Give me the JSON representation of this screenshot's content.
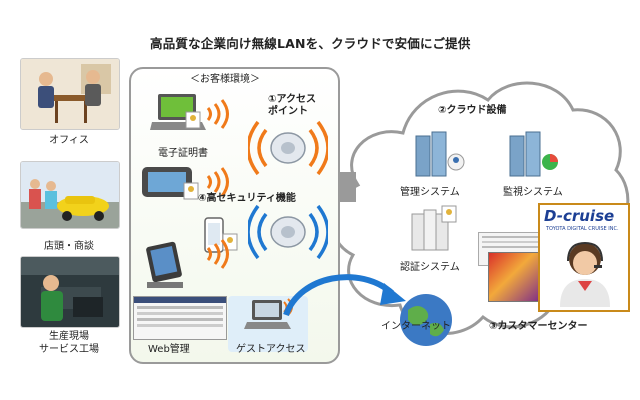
{
  "title": "高品質な企業向け無線LANを、クラウドで安価にご提供",
  "customer_env": {
    "heading": "＜お客様環境＞",
    "access_point": "①アクセス\nポイント",
    "certificate": "電子証明書",
    "security": "④高セキュリティ機能",
    "web_admin": "Web管理",
    "guest_access": "ゲストアクセス"
  },
  "locations": [
    {
      "label": "オフィス"
    },
    {
      "label": "店頭・商談"
    },
    {
      "label": "生産現場\nサービス工場"
    }
  ],
  "cloud": {
    "heading": "②クラウド設備",
    "management": "管理システム",
    "monitoring": "監視システム",
    "authentication": "認証システム"
  },
  "internet": "インターネット",
  "customer_center": {
    "label": "③カスタマーセンター",
    "brand": "D-cruise",
    "brand_sub": "TOYOTA DIGITAL CRUISE INC."
  },
  "colors": {
    "wave_orange": "#f07a1a",
    "wave_blue": "#1f78d1",
    "cloud_border": "#9a9a9a",
    "center_border": "#c98a1a"
  }
}
